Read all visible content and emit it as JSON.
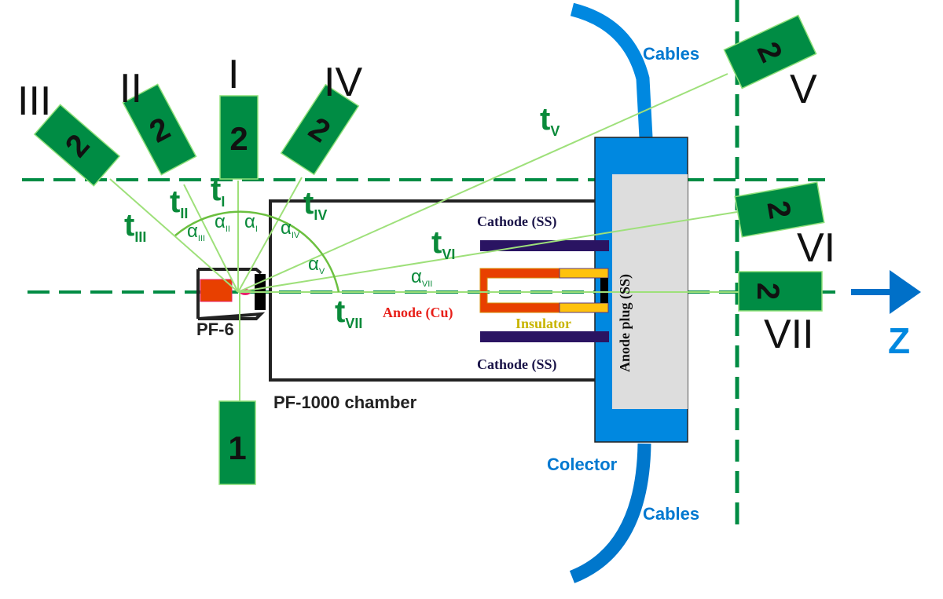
{
  "colors": {
    "detector_fill": "#008c44",
    "detector_stroke": "#8fe07a",
    "axis_dash": "#008c44",
    "ray": "#9ee07a",
    "label_green": "#0a8a3a",
    "chamber": "#222222",
    "collector_blue": "#0088e0",
    "cable_blue": "#0077cc",
    "anode_plug_gray": "#dddddd",
    "cathode": "#2a1462",
    "anode": "#e84000",
    "insulator": "#ffc20e",
    "insulator_text": "#c8b400",
    "anode_text": "#e8201a",
    "z_arrow": "#0070c8"
  },
  "detectors": [
    {
      "id": "I",
      "number": "2",
      "position_label": "I"
    },
    {
      "id": "II",
      "number": "2",
      "position_label": "II"
    },
    {
      "id": "III",
      "number": "2",
      "position_label": "III"
    },
    {
      "id": "IV",
      "number": "2",
      "position_label": "IV"
    },
    {
      "id": "V",
      "number": "2",
      "position_label": "V"
    },
    {
      "id": "VI",
      "number": "2",
      "position_label": "VI"
    },
    {
      "id": "VII",
      "number": "2",
      "position_label": "VII"
    },
    {
      "id": "ref",
      "number": "1",
      "position_label": ""
    }
  ],
  "time_labels": {
    "t_I": {
      "base": "t",
      "sub": "I"
    },
    "t_II": {
      "base": "t",
      "sub": "II"
    },
    "t_III": {
      "base": "t",
      "sub": "III"
    },
    "t_IV": {
      "base": "t",
      "sub": "IV"
    },
    "t_V": {
      "base": "t",
      "sub": "V"
    },
    "t_VI": {
      "base": "t",
      "sub": "VI"
    },
    "t_VII": {
      "base": "t",
      "sub": "VII"
    }
  },
  "angle_labels": {
    "a_I": {
      "base": "α",
      "sub": "I"
    },
    "a_II": {
      "base": "α",
      "sub": "II"
    },
    "a_III": {
      "base": "α",
      "sub": "III"
    },
    "a_IV": {
      "base": "α",
      "sub": "IV"
    },
    "a_V": {
      "base": "α",
      "sub": "V"
    },
    "a_VII": {
      "base": "α",
      "sub": "VII"
    }
  },
  "labels": {
    "pf6": "PF-6",
    "chamber": "PF-1000 chamber",
    "cathode_top": "Cathode (SS)",
    "cathode_bottom": "Cathode (SS)",
    "anode": "Anode (Cu)",
    "insulator": "Insulator",
    "anode_plug": "Anode plug (SS)",
    "cables_top": "Cables",
    "cables_bottom": "Cables",
    "collector": "Colector",
    "z_axis": "Z"
  }
}
